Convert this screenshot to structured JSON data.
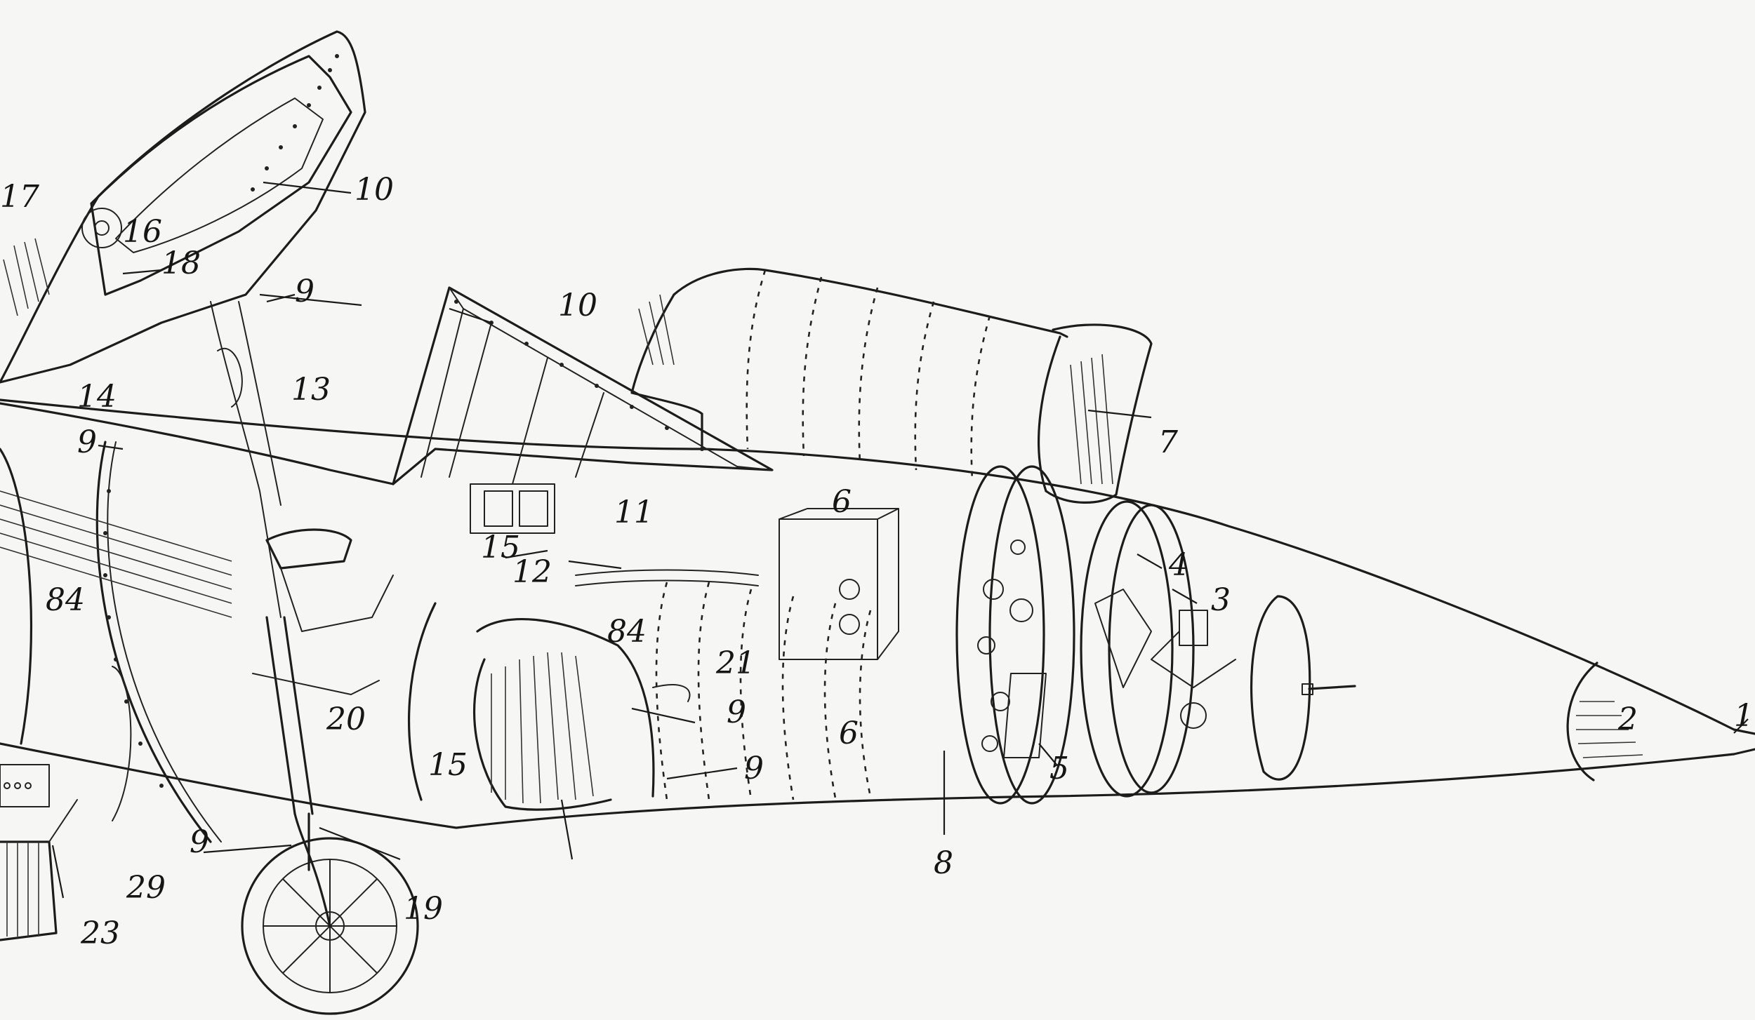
{
  "callouts": [
    {
      "id": "c1",
      "text": "1"
    },
    {
      "id": "c2",
      "text": "2"
    },
    {
      "id": "c3",
      "text": "3"
    },
    {
      "id": "c4",
      "text": "4"
    },
    {
      "id": "c5",
      "text": "5"
    },
    {
      "id": "c6a",
      "text": "6"
    },
    {
      "id": "c6b",
      "text": "6"
    },
    {
      "id": "c7",
      "text": "7"
    },
    {
      "id": "c8",
      "text": "8"
    },
    {
      "id": "c9a",
      "text": "9"
    },
    {
      "id": "c9b",
      "text": "9"
    },
    {
      "id": "c9c",
      "text": "9"
    },
    {
      "id": "c9d",
      "text": "9"
    },
    {
      "id": "c9e",
      "text": "9"
    },
    {
      "id": "c10a",
      "text": "10"
    },
    {
      "id": "c10b",
      "text": "10"
    },
    {
      "id": "c11",
      "text": "11"
    },
    {
      "id": "c12",
      "text": "12"
    },
    {
      "id": "c13",
      "text": "13"
    },
    {
      "id": "c14",
      "text": "14"
    },
    {
      "id": "c15a",
      "text": "15"
    },
    {
      "id": "c15b",
      "text": "15"
    },
    {
      "id": "c16",
      "text": "16"
    },
    {
      "id": "c17",
      "text": "17"
    },
    {
      "id": "c18",
      "text": "18"
    },
    {
      "id": "c19",
      "text": "19"
    },
    {
      "id": "c20",
      "text": "20"
    },
    {
      "id": "c21",
      "text": "21"
    },
    {
      "id": "c23",
      "text": "23"
    },
    {
      "id": "c29",
      "text": "29"
    },
    {
      "id": "c84a",
      "text": "84"
    },
    {
      "id": "c84b",
      "text": "84"
    }
  ]
}
